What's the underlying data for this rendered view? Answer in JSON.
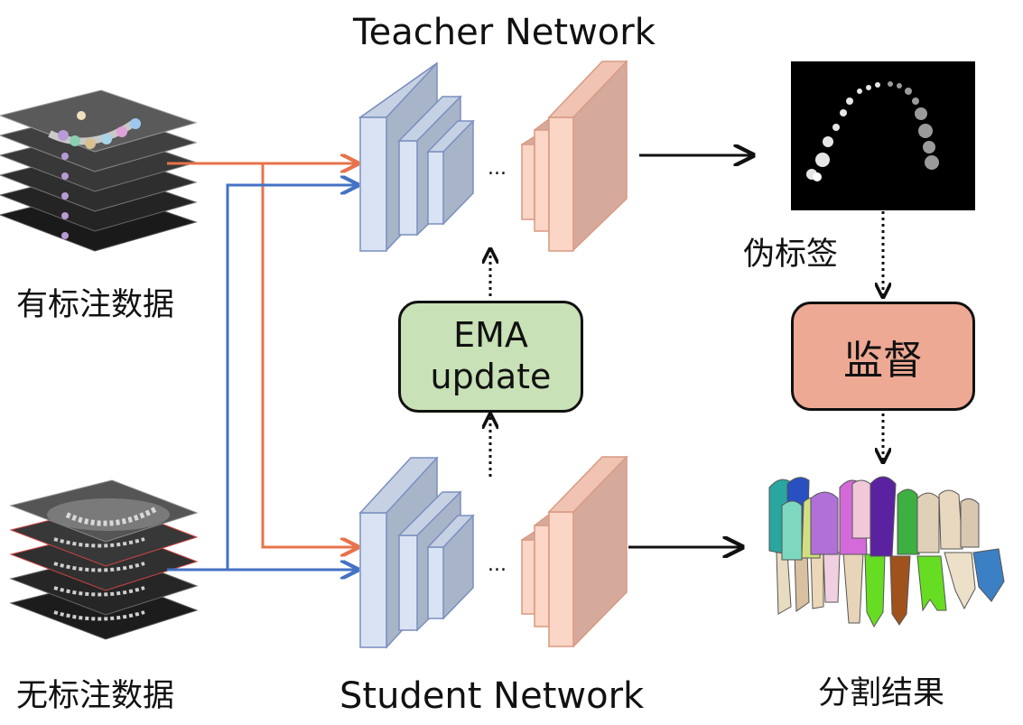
{
  "teacher_title": "Teacher Network",
  "student_title": "Student Network",
  "labeled_data": "有标注数据",
  "unlabeled_data": "无标注数据",
  "pseudo_label": "伪标签",
  "result_label": "分割结果",
  "ema": {
    "line1": "EMA",
    "line2": "update"
  },
  "supervision": "监督",
  "ellipsis": "...",
  "colors": {
    "orange_arrow": "#e8734a",
    "blue_arrow": "#4472c4",
    "encoder_face": "#dae3f3",
    "encoder_side": "#a8b4c8",
    "decoder_face": "#fbd5c5",
    "decoder_side": "#d5aa9c",
    "ema_fill": "#c8e1b6",
    "supervision_fill": "#eea994"
  }
}
